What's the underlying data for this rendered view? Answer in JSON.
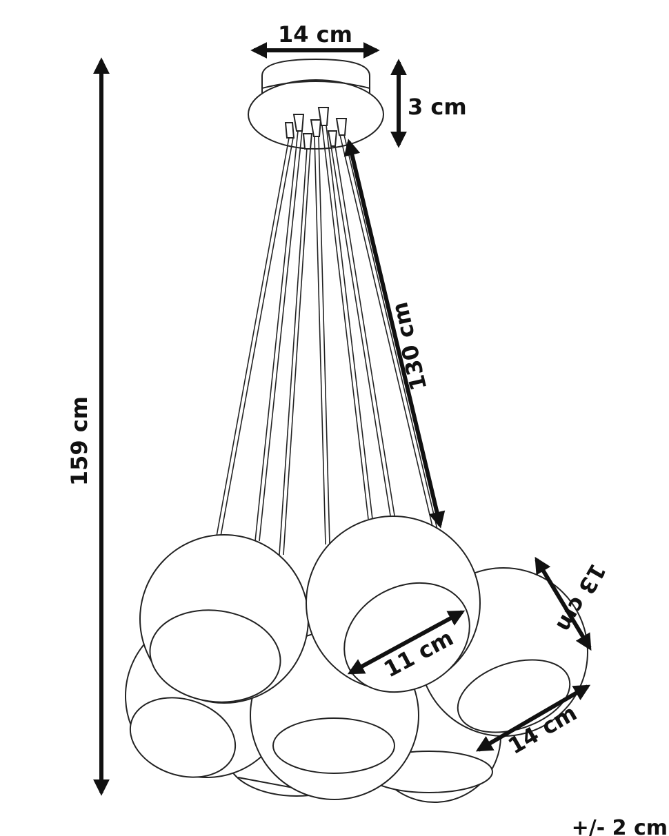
{
  "dimensions": {
    "canopy_width": "14 cm",
    "canopy_height": "3 cm",
    "cable_length": "130 cm",
    "total_height": "159 cm",
    "shade_opening": "11 cm",
    "shade_height": "13 cm",
    "shade_diameter": "14 cm"
  },
  "tolerance": "+/- 2 cm",
  "colors": {
    "line": "#222222",
    "arrow": "#111111",
    "background": "#ffffff"
  }
}
